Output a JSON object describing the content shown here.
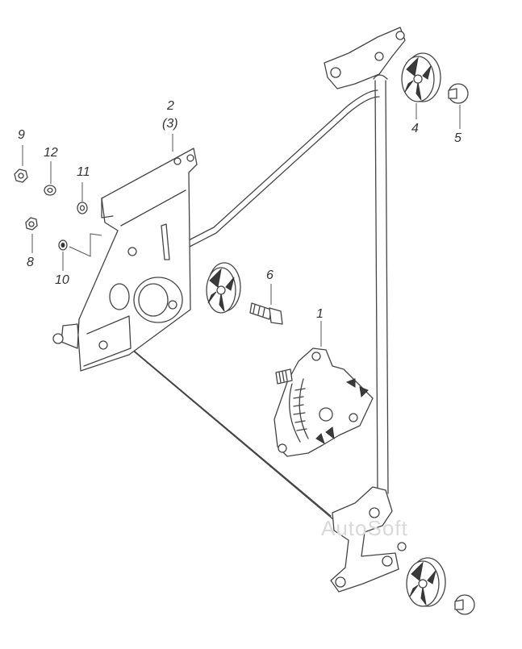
{
  "callouts": {
    "c1": "1",
    "c2": "2",
    "c2alt": "(3)",
    "c4": "4",
    "c5": "5",
    "c6": "6",
    "c8": "8",
    "c9": "9",
    "c10": "10",
    "c11": "11",
    "c12": "12"
  },
  "watermark": "AutoSoft",
  "colors": {
    "line": "#444444",
    "text": "#333333",
    "watermark": "#d9d9d9"
  }
}
